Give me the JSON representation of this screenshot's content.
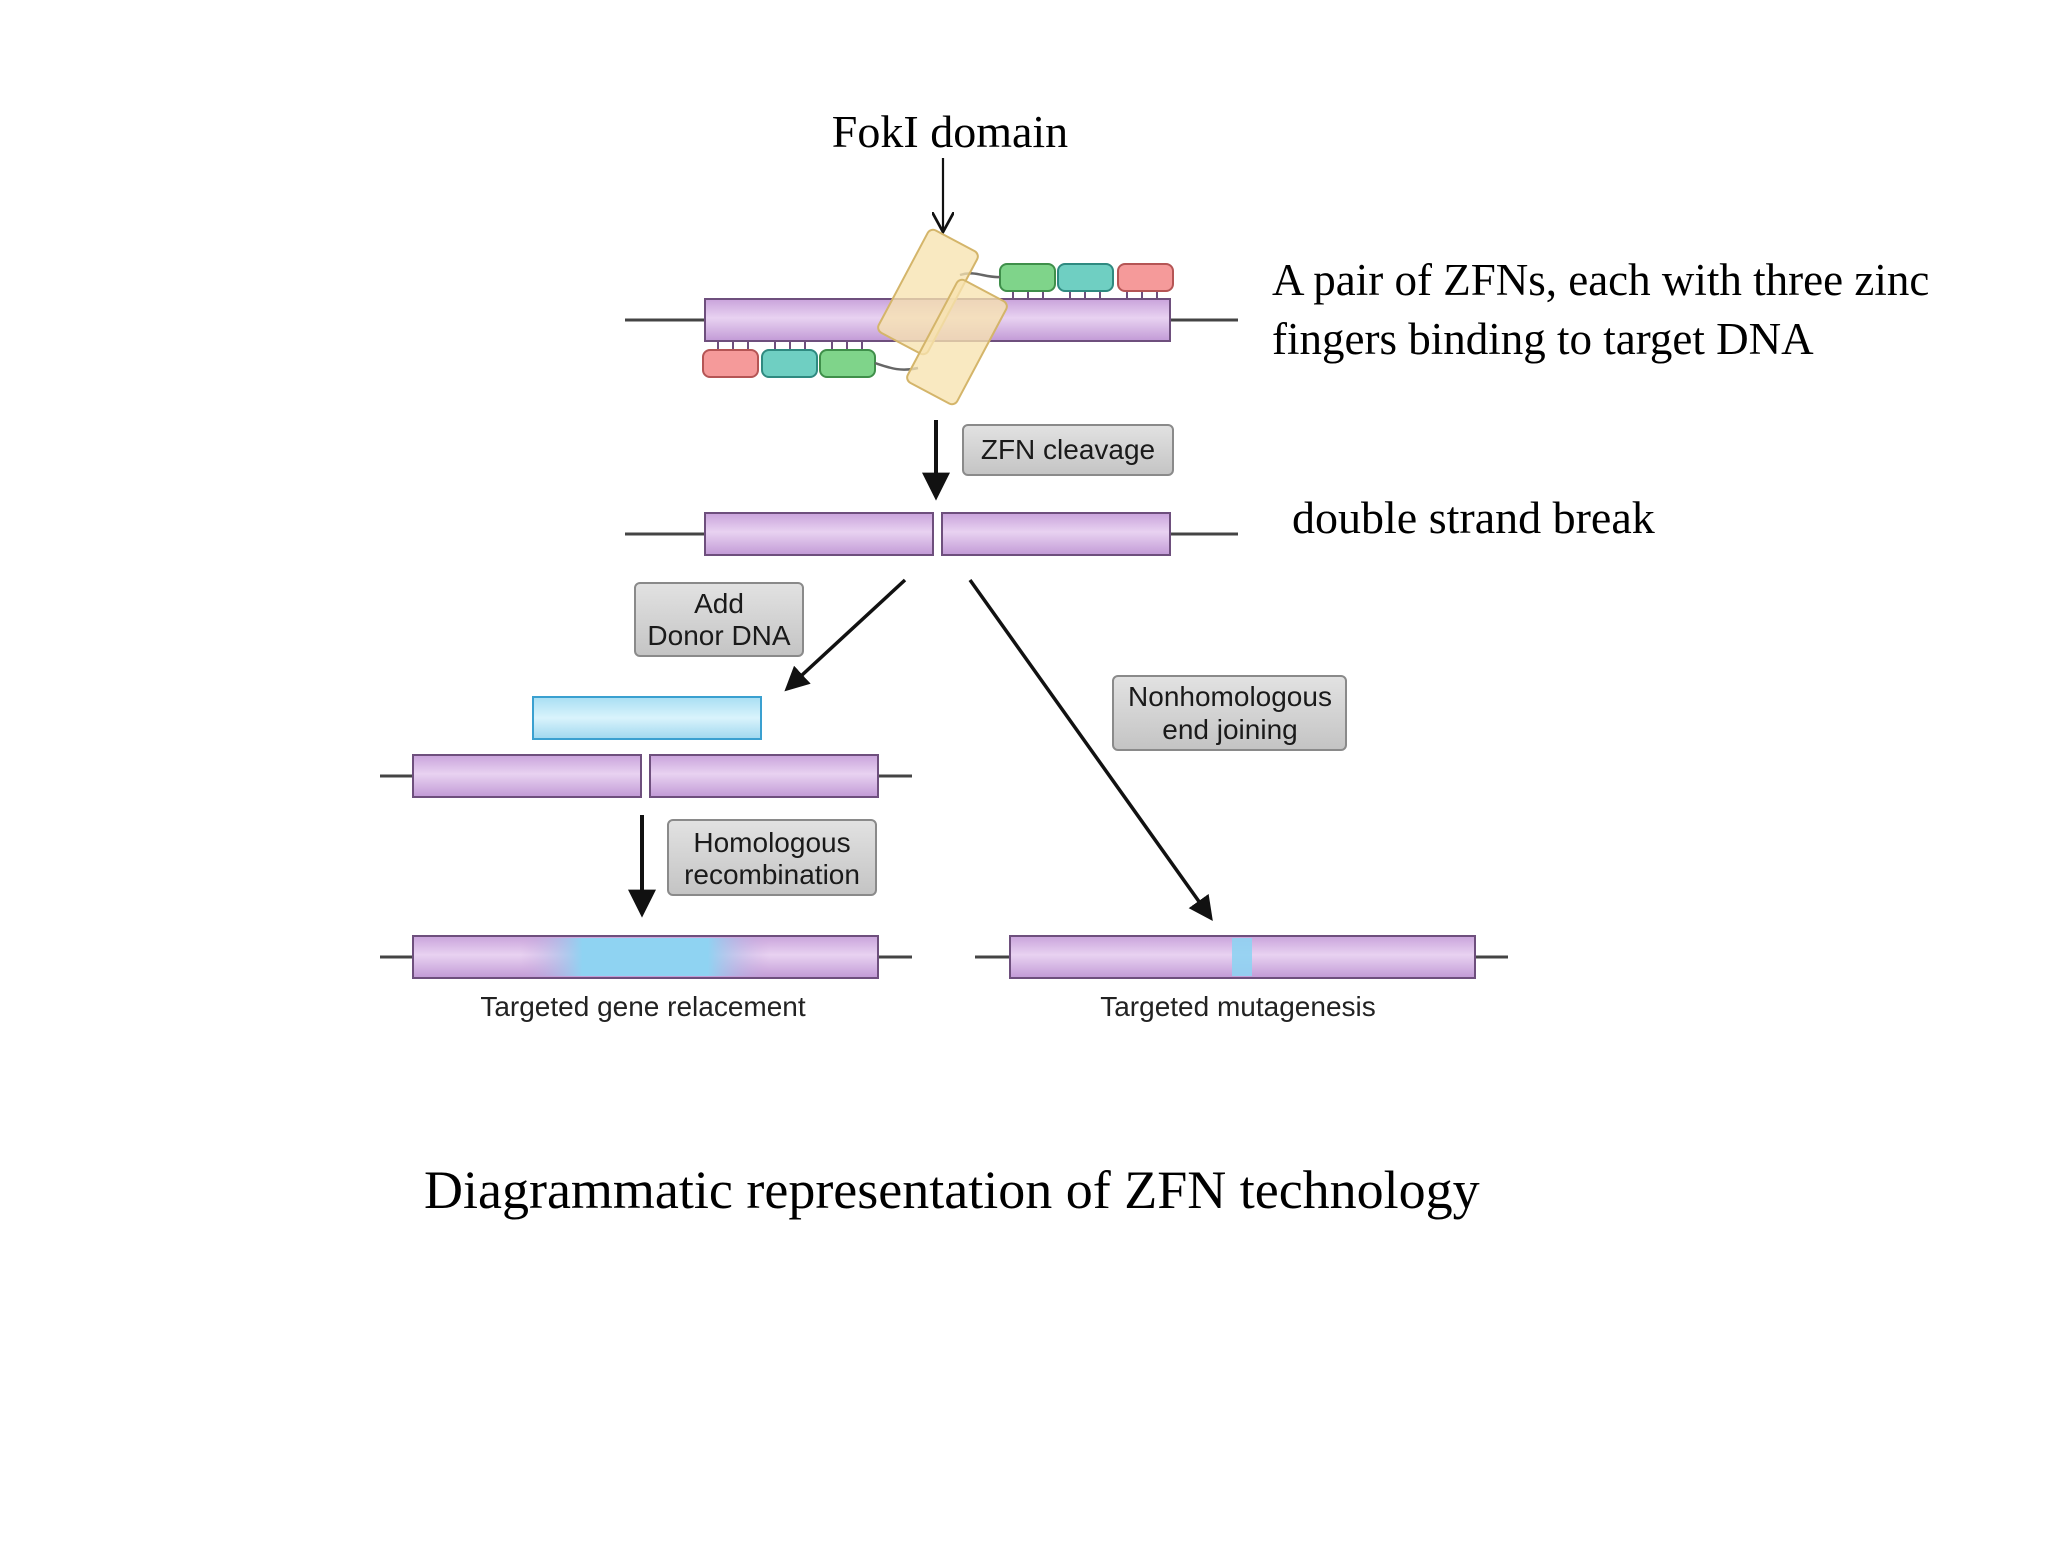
{
  "annotations": {
    "foki": "FokI domain",
    "zfn_pair_line1": "A pair of ZFNs, each with three zinc",
    "zfn_pair_line2": "fingers binding to target DNA",
    "dsb": "double strand break"
  },
  "steps": {
    "cleavage": "ZFN cleavage",
    "donor_line1": "Add",
    "donor_line2": "Donor DNA",
    "nhej_line1": "Nonhomologous",
    "nhej_line2": "end joining",
    "hr_line1": "Homologous",
    "hr_line2": "recombination"
  },
  "outcomes": {
    "replacement": "Targeted gene relacement",
    "mutagenesis": "Targeted mutagenesis"
  },
  "title": "Diagrammatic representation of  ZFN technology",
  "colors": {
    "dna": "#d9b6e6",
    "dna_edge": "#6e4f7d",
    "donor": "#b6e6f7",
    "donor_edge": "#3aa0d0",
    "foki": "#f7e3b0",
    "finger_green": "#7fd48a",
    "finger_teal": "#6fcfc2",
    "finger_red": "#f59a9a",
    "label_box": "#d2d2d2"
  }
}
